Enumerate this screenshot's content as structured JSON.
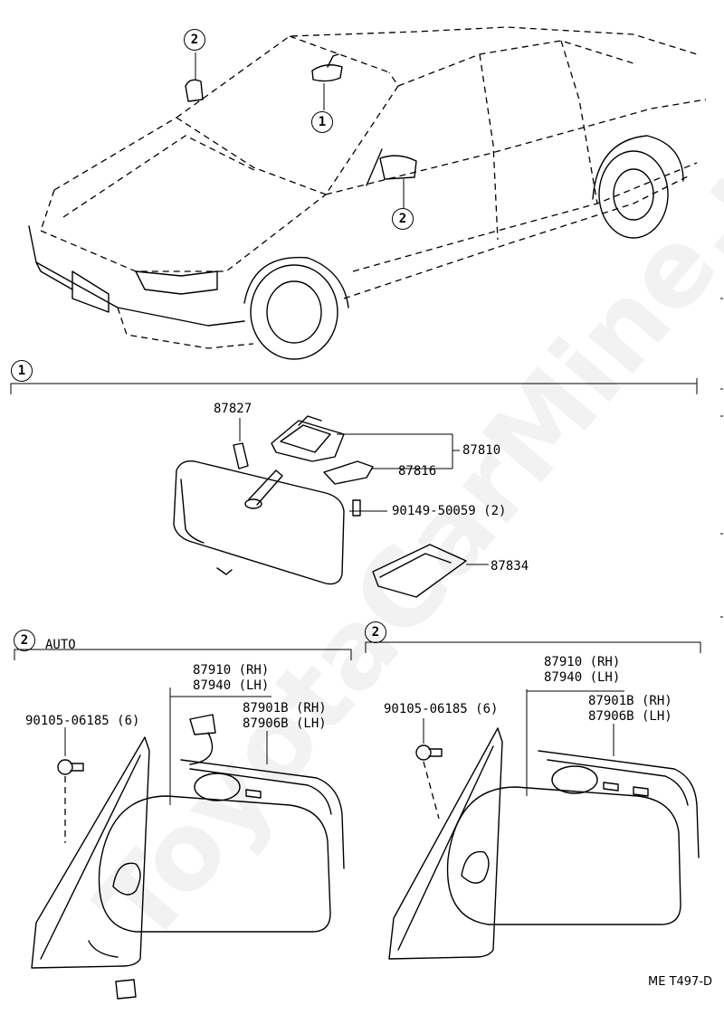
{
  "callouts": {
    "car_rear_view_mirror": "1",
    "car_left_mirror": "2",
    "car_right_mirror": "2",
    "section_1": "1",
    "section_2_auto": "2",
    "section_2_manual": "2"
  },
  "section_2_auto_label": "AUTO",
  "parts": {
    "p87827": "87827",
    "p87810": "87810",
    "p87816": "87816",
    "p90149": "90149-50059 (2)",
    "p87834": "87834",
    "auto_screw": "90105-06185 (6)",
    "auto_mirror_rh": "87910 (RH)",
    "auto_mirror_lh": "87940 (LH)",
    "auto_glass_rh": "87901B (RH)",
    "auto_glass_lh": "87906B (LH)",
    "man_screw": "90105-06185 (6)",
    "man_mirror_rh": "87910 (RH)",
    "man_mirror_lh": "87940 (LH)",
    "man_glass_rh": "87901B (RH)",
    "man_glass_lh": "87906B (LH)"
  },
  "diagram_code": "ME T497-D",
  "watermark": "ToyotaCarMine.ru"
}
